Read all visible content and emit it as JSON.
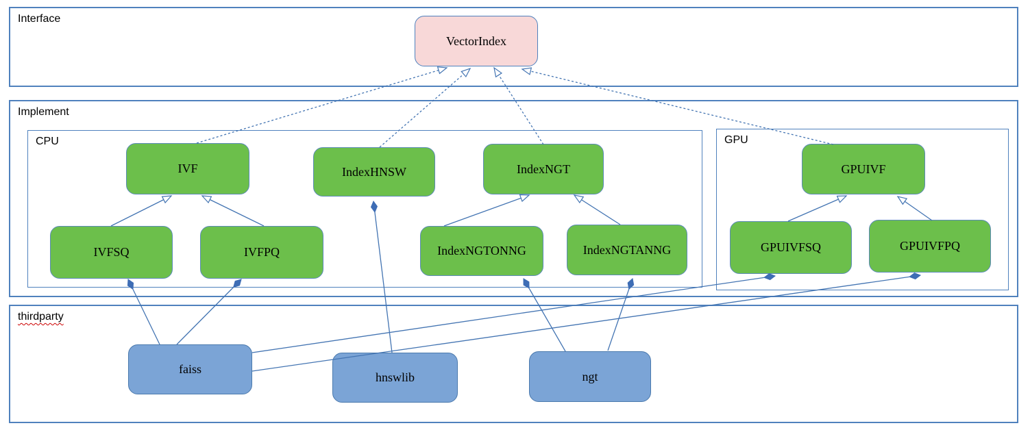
{
  "colors": {
    "section_border": "#4f81bd",
    "connector_line": "#4374b2",
    "diamond_fill": "#3e6db5",
    "interface_node_fill": "#f8d8d8",
    "implement_node_fill": "#6cbf4b",
    "thirdparty_node_fill": "#7ba4d6"
  },
  "sections": {
    "interface": {
      "label": "Interface"
    },
    "implement": {
      "label": "Implement"
    },
    "cpu": {
      "label": "CPU"
    },
    "gpu": {
      "label": "GPU"
    },
    "thirdparty": {
      "label": "thirdparty"
    }
  },
  "nodes": {
    "vectorindex": {
      "label": "VectorIndex",
      "section": "interface"
    },
    "ivf": {
      "label": "IVF",
      "section": "cpu"
    },
    "indexhnsw": {
      "label": "IndexHNSW",
      "section": "cpu"
    },
    "indexngt": {
      "label": "IndexNGT",
      "section": "cpu"
    },
    "gpuivf": {
      "label": "GPUIVF",
      "section": "gpu"
    },
    "ivfsq": {
      "label": "IVFSQ",
      "section": "cpu"
    },
    "ivfpq": {
      "label": "IVFPQ",
      "section": "cpu"
    },
    "indexngtonng": {
      "label": "IndexNGTONNG",
      "section": "cpu"
    },
    "indexngtanng": {
      "label": "IndexNGTANNG",
      "section": "cpu"
    },
    "gpuivfsq": {
      "label": "GPUIVFSQ",
      "section": "gpu"
    },
    "gpuivfpq": {
      "label": "GPUIVFPQ",
      "section": "gpu"
    },
    "faiss": {
      "label": "faiss",
      "section": "thirdparty"
    },
    "hnswlib": {
      "label": "hnswlib",
      "section": "thirdparty"
    },
    "ngt": {
      "label": "ngt",
      "section": "thirdparty"
    }
  },
  "relations": [
    {
      "from": "IVF",
      "to": "VectorIndex",
      "kind": "realization-dashed-hollow-arrow"
    },
    {
      "from": "IndexHNSW",
      "to": "VectorIndex",
      "kind": "realization-dashed-hollow-arrow"
    },
    {
      "from": "IndexNGT",
      "to": "VectorIndex",
      "kind": "realization-dashed-hollow-arrow"
    },
    {
      "from": "GPUIVF",
      "to": "VectorIndex",
      "kind": "realization-dashed-hollow-arrow"
    },
    {
      "from": "IVFSQ",
      "to": "IVF",
      "kind": "generalization-hollow-arrow"
    },
    {
      "from": "IVFPQ",
      "to": "IVF",
      "kind": "generalization-hollow-arrow"
    },
    {
      "from": "IndexNGTONNG",
      "to": "IndexNGT",
      "kind": "generalization-hollow-arrow"
    },
    {
      "from": "IndexNGTANNG",
      "to": "IndexNGT",
      "kind": "generalization-hollow-arrow"
    },
    {
      "from": "GPUIVFSQ",
      "to": "GPUIVF",
      "kind": "generalization-hollow-arrow"
    },
    {
      "from": "GPUIVFPQ",
      "to": "GPUIVF",
      "kind": "generalization-hollow-arrow"
    },
    {
      "from": "faiss",
      "to": "IVFSQ",
      "kind": "composition-filled-diamond"
    },
    {
      "from": "faiss",
      "to": "IVFPQ",
      "kind": "composition-filled-diamond"
    },
    {
      "from": "faiss",
      "to": "GPUIVFSQ",
      "kind": "composition-filled-diamond"
    },
    {
      "from": "faiss",
      "to": "GPUIVFPQ",
      "kind": "composition-filled-diamond"
    },
    {
      "from": "hnswlib",
      "to": "IndexHNSW",
      "kind": "composition-filled-diamond"
    },
    {
      "from": "ngt",
      "to": "IndexNGTONNG",
      "kind": "composition-filled-diamond"
    },
    {
      "from": "ngt",
      "to": "IndexNGTANNG",
      "kind": "composition-filled-diamond"
    }
  ]
}
